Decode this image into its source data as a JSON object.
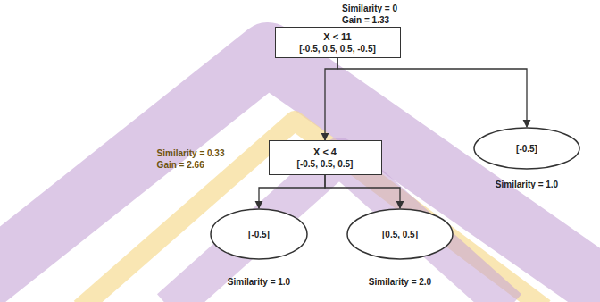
{
  "diagram": {
    "nodes": [
      {
        "text": [
          "Similarity = 0",
          "Gain = 1.33",
          "X < 11",
          "[-0.5, 0.5, 0.5, -0.5]"
        ]
      },
      {
        "text": [
          "Similarity = 0.33",
          "Gain = 2.66",
          "X < 4",
          "[-0.5, 0.5, 0.5]"
        ]
      },
      {
        "text": [
          "[-0.5]",
          "Similarity = 1.0"
        ]
      },
      {
        "text": [
          "[-0.5]",
          "Similarity = 1.0"
        ]
      },
      {
        "text": [
          "[0.5, 0.5]",
          "Similarity = 2.0"
        ]
      }
    ],
    "edges": [
      {
        "from": 0,
        "to": 1,
        "arrow": "to"
      },
      {
        "from": 0,
        "to": 2,
        "arrow": "to"
      },
      {
        "from": 1,
        "to": 3,
        "arrow": "to"
      },
      {
        "from": 1,
        "to": 4,
        "arrow": "to"
      }
    ]
  }
}
